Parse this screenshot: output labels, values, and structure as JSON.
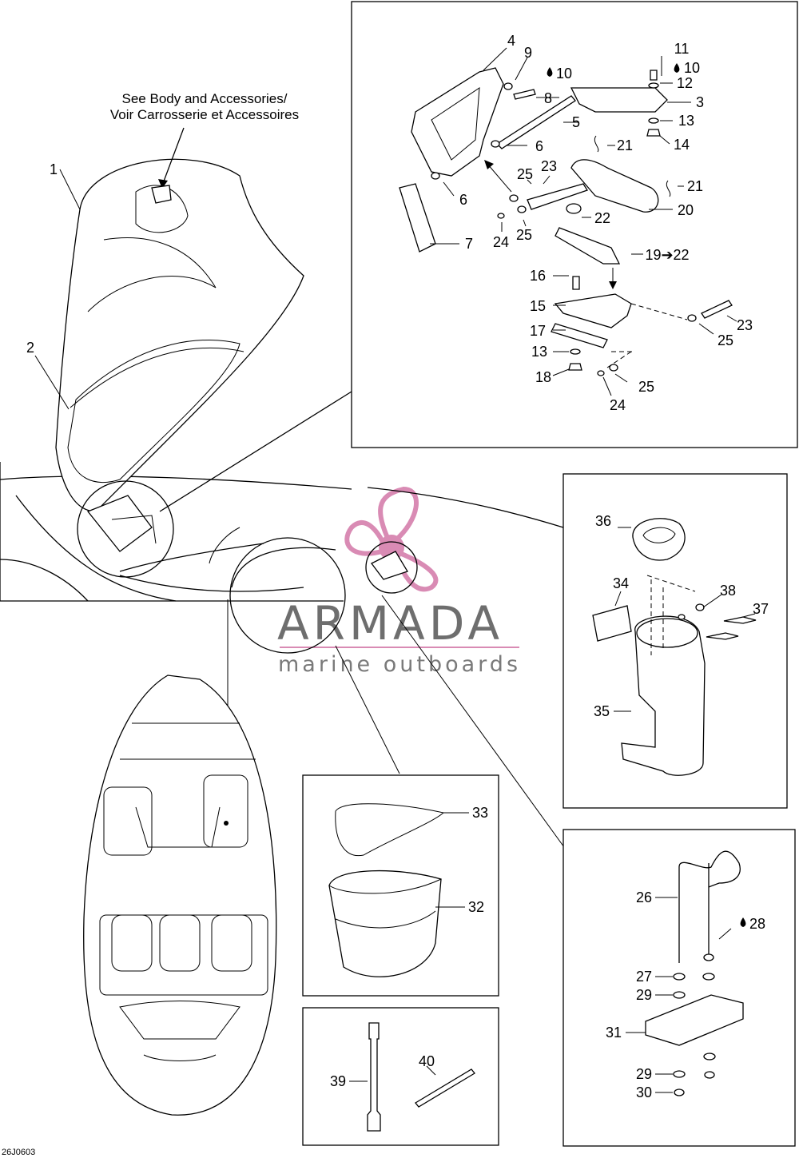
{
  "figure_id": "26J0603",
  "reference_note": {
    "line1": "See Body and Accessories/",
    "line2": "Voir Carrosserie et Accessoires"
  },
  "watermark": {
    "brand": "ARMADA",
    "tagline": "marine outboards",
    "accent_color": "#d98bb4"
  },
  "oil_icon": "oil-drop-icon",
  "callouts": {
    "c1": "1",
    "c2": "2",
    "c3": "3",
    "c4": "4",
    "c5": "5",
    "c6a": "6",
    "c6b": "6",
    "c7": "7",
    "c8": "8",
    "c9": "9",
    "c10a": "10",
    "c10b": "10",
    "c11": "11",
    "c12": "12",
    "c13a": "13",
    "c13b": "13",
    "c14": "14",
    "c15": "15",
    "c16": "16",
    "c17": "17",
    "c18": "18",
    "c19": "19➔22",
    "c20": "20",
    "c21a": "21",
    "c21b": "21",
    "c22": "22",
    "c23a": "23",
    "c23b": "23",
    "c24a": "24",
    "c24b": "24",
    "c25a": "25",
    "c25b": "25",
    "c25c": "25",
    "c25d": "25",
    "c26": "26",
    "c27": "27",
    "c28": "28",
    "c29a": "29",
    "c29b": "29",
    "c30": "30",
    "c31": "31",
    "c32": "32",
    "c33": "33",
    "c34": "34",
    "c35": "35",
    "c36": "36",
    "c37": "37",
    "c38": "38",
    "c39": "39",
    "c40": "40"
  }
}
